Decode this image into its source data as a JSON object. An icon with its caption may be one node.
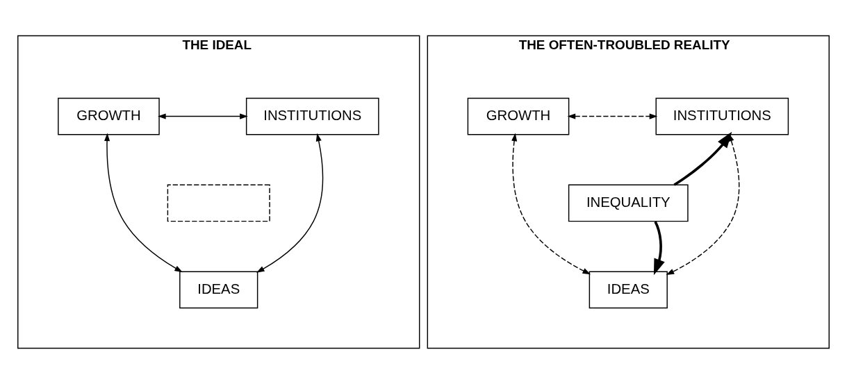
{
  "diagram": {
    "nodes": [
      {
        "text": [
          "THE IDEAL"
        ]
      },
      {
        "text": [
          "GROWTH"
        ],
        "in": 0
      },
      {
        "text": [
          "INSTITUTIONS"
        ],
        "in": 0
      },
      {
        "text": [],
        "shape": "box",
        "in": 0
      },
      {
        "text": [
          "IDEAS"
        ],
        "in": 0
      },
      {
        "text": [
          "THE OFTEN-TROUBLED REALITY"
        ]
      },
      {
        "text": [
          "GROWTH"
        ],
        "in": 5
      },
      {
        "text": [
          "INSTITUTIONS"
        ],
        "in": 5
      },
      {
        "text": [
          "INEQUALITY"
        ],
        "in": 5
      },
      {
        "text": [
          "IDEAS"
        ],
        "in": 5
      }
    ],
    "edges": [
      {
        "from": 1,
        "to": 2,
        "arrow": "both"
      },
      {
        "from": 1,
        "to": 4,
        "arrow": "both"
      },
      {
        "from": 2,
        "to": 4,
        "arrow": "both"
      },
      {
        "from": 6,
        "to": 7,
        "arrow": "both",
        "style": "dashed"
      },
      {
        "from": 6,
        "to": 9,
        "arrow": "both",
        "style": "dashed"
      },
      {
        "from": 7,
        "to": 9,
        "arrow": "both",
        "style": "dashed"
      },
      {
        "from": 8,
        "to": 7,
        "arrow": "to",
        "style": "thick"
      },
      {
        "from": 8,
        "to": 9,
        "arrow": "to",
        "style": "thick"
      }
    ]
  }
}
